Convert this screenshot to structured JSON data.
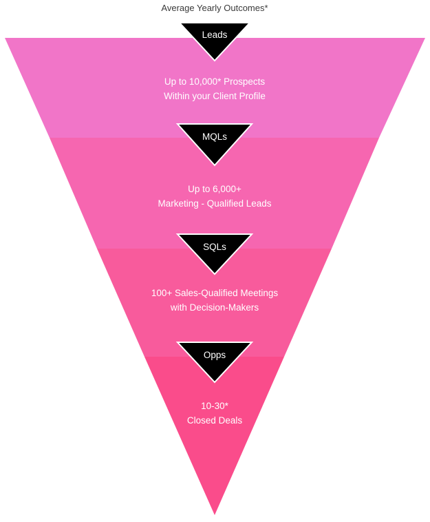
{
  "title": "Average Yearly Outcomes*",
  "stages": [
    {
      "badge": "Leads",
      "line1": "Up to 10,000* Prospects",
      "line2": "Within your Client Profile",
      "color": "#F175C8"
    },
    {
      "badge": "MQLs",
      "line1": "Up to 6,000+",
      "line2": "Marketing - Qualified Leads",
      "color": "#F666B0"
    },
    {
      "badge": "SQLs",
      "line1": "100+ Sales-Qualified Meetings",
      "line2": "with Decision-Makers",
      "color": "#F85B9C"
    },
    {
      "badge": "Opps",
      "line1": "10-30*",
      "line2": "Closed Deals",
      "color": "#FA4C8B"
    }
  ],
  "colors": {
    "badge_fill": "#000000",
    "badge_stroke": "#ffffff",
    "title_text": "#3a3a3a",
    "stage_text": "#ffffff"
  }
}
